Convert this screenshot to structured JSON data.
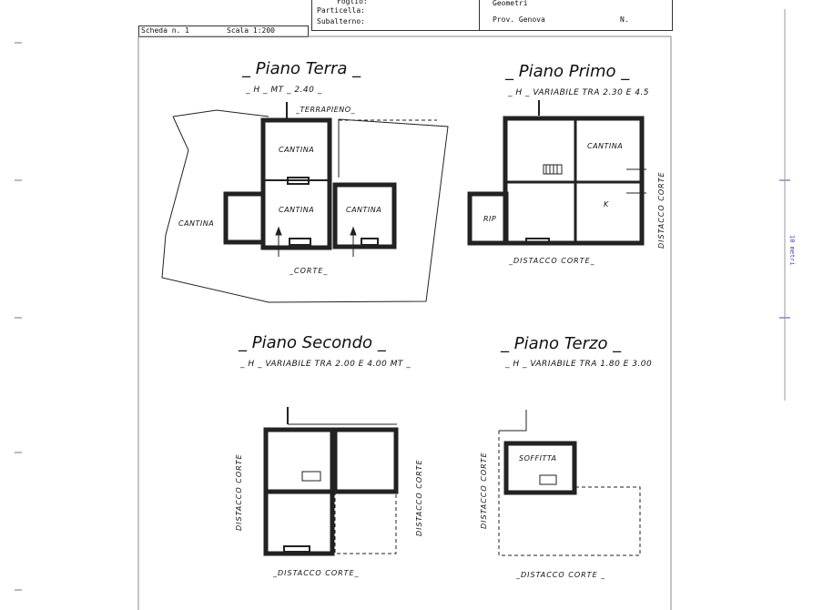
{
  "header": {
    "foglio_label": "Foglio:",
    "particella_label": "Particella:",
    "subalterno_label": "Subalterno:",
    "geometri_label": "Geometri",
    "provincia_label": "Prov. Genova",
    "numero_label": "N.",
    "scheda_label": "Scheda n. 1",
    "scala_label": "Scala 1:200"
  },
  "plans": {
    "piano_terra": {
      "title": "_ Piano Terra _",
      "height": "_ H _ MT _ 2.40 _",
      "terrapieno": "_TERRAPIENO_",
      "rooms": [
        "CANTINA",
        "CANTINA",
        "CANTINA",
        "CANTINA"
      ],
      "corte": "_CORTE_"
    },
    "piano_primo": {
      "title": "_ Piano Primo _",
      "height": "_ H _ VARIABILE TRA 2.30 E 4.5",
      "rooms": [
        "CANTINA",
        "K",
        "RIP"
      ],
      "distacco": "_DISTACCO CORTE_",
      "side_label": "DISTACCO CORTE"
    },
    "piano_secondo": {
      "title": "_ Piano Secondo _",
      "height": "_ H _ VARIABILE TRA 2.00 E 4.00 MT _",
      "distacco": "_DISTACCO CORTE_",
      "side_left": "DISTACCO CORTE",
      "side_right": "DISTACCO CORTE"
    },
    "piano_terzo": {
      "title": "_ Piano Terzo _",
      "height": "_ H _ VARIABILE TRA 1.80 E 3.00",
      "rooms": [
        "SOFFITTA"
      ],
      "distacco": "_DISTACCO CORTE _",
      "side_label": "DISTACCO CORTE"
    }
  },
  "scale_bar": {
    "label": "10 metri"
  }
}
